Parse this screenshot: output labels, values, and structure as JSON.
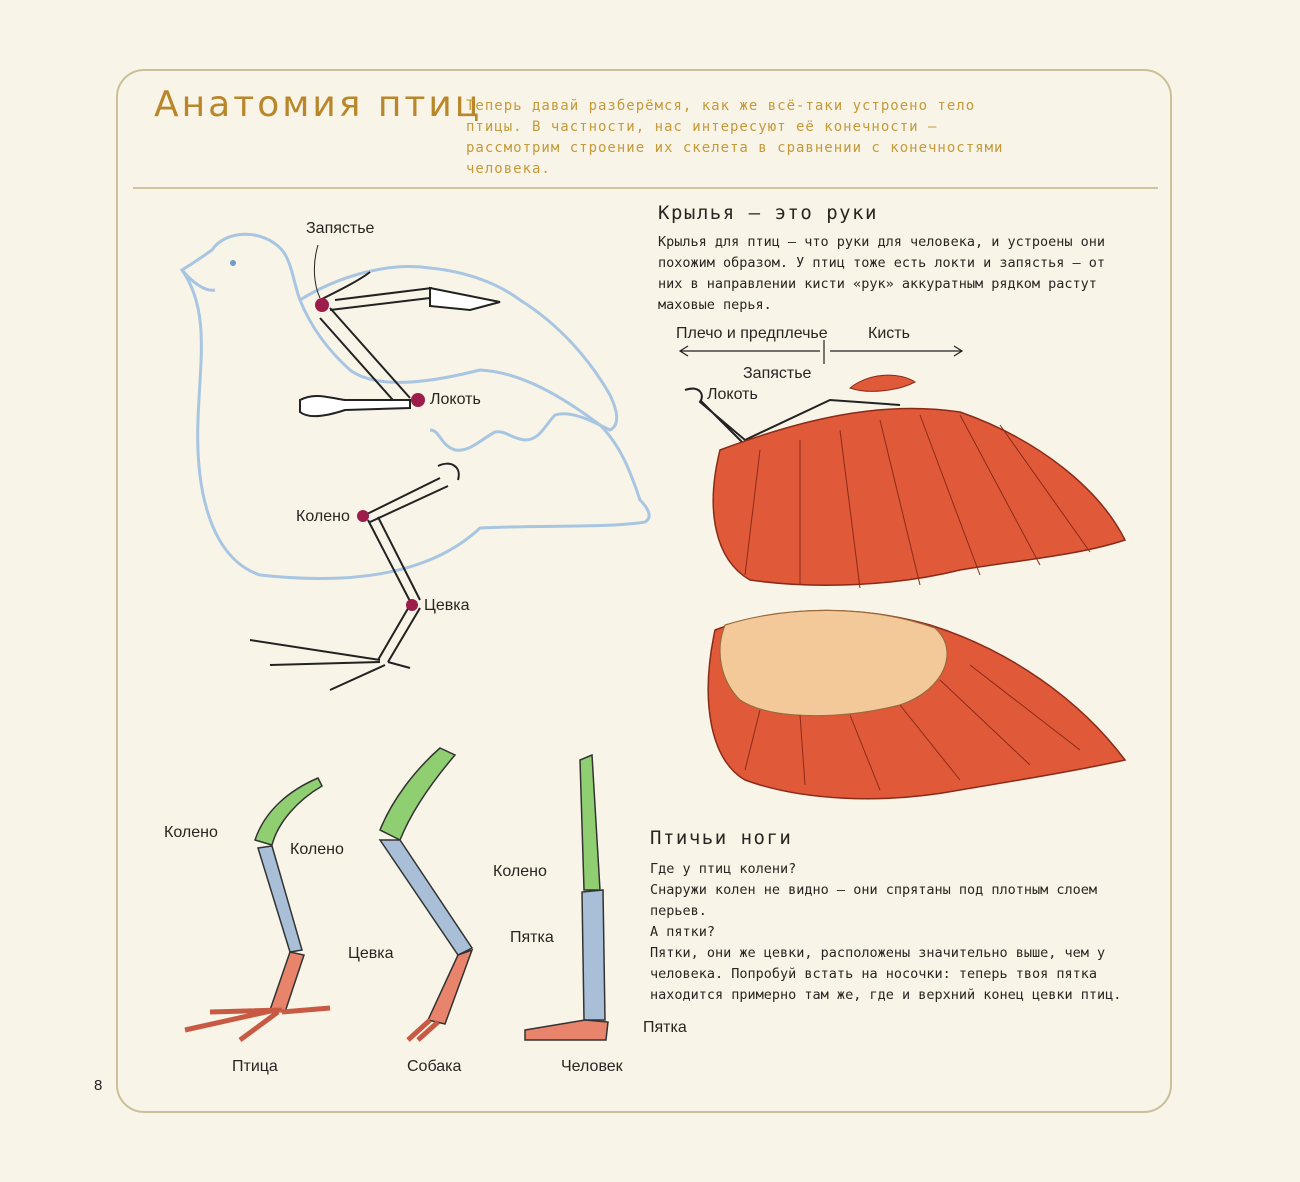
{
  "page": {
    "title": "Анатомия птиц",
    "intro": "Теперь давай разберёмся, как же всё-таки устроено тело птицы. В частности, нас интересуют её конечности — рассмотрим строение их скелета в сравнении с конечностями человека.",
    "page_number": "8"
  },
  "wings": {
    "heading": "Крылья — это руки",
    "text": "Крылья для птиц — что руки для человека, и устроены они похожим образом. У птиц тоже есть локти и запястья — от них в направлении кисти «рук» аккуратным рядком растут маховые перья.",
    "label_shoulder": "Плечо и предплечье",
    "label_hand": "Кисть",
    "label_wrist": "Запястье",
    "label_elbow": "Локоть"
  },
  "bird_skeleton": {
    "label_wrist": "Запястье",
    "label_elbow": "Локоть",
    "label_knee": "Колено",
    "label_tarsus": "Цевка"
  },
  "legs": {
    "heading": "Птичьи ноги",
    "paragraphs": [
      "Где у птиц колени?",
      "Снаружи колен не видно — они спрятаны под плотным слоем перьев.",
      "А пятки?",
      "Пятки, они же цевки, расположены значительно выше, чем у человека. Попробуй встать на носочки: теперь твоя пятка находится примерно там же, где и верхний конец цевки птиц."
    ],
    "bird": {
      "caption": "Птица",
      "label_knee": "Колено",
      "label_tarsus": "Цевка"
    },
    "dog": {
      "caption": "Собака",
      "label_knee": "Колено",
      "label_heel": "Пятка"
    },
    "human": {
      "caption": "Человек",
      "label_knee": "Колено",
      "label_heel": "Пятка"
    }
  },
  "colors": {
    "accent": "#b9862a",
    "feather": "#e05a3a",
    "outline_blue": "#a8c6e2",
    "joint": "#9c1c4a",
    "bone_green": "#8fcf72",
    "bone_blue": "#a9bfd8",
    "bone_pink": "#e8836c"
  }
}
